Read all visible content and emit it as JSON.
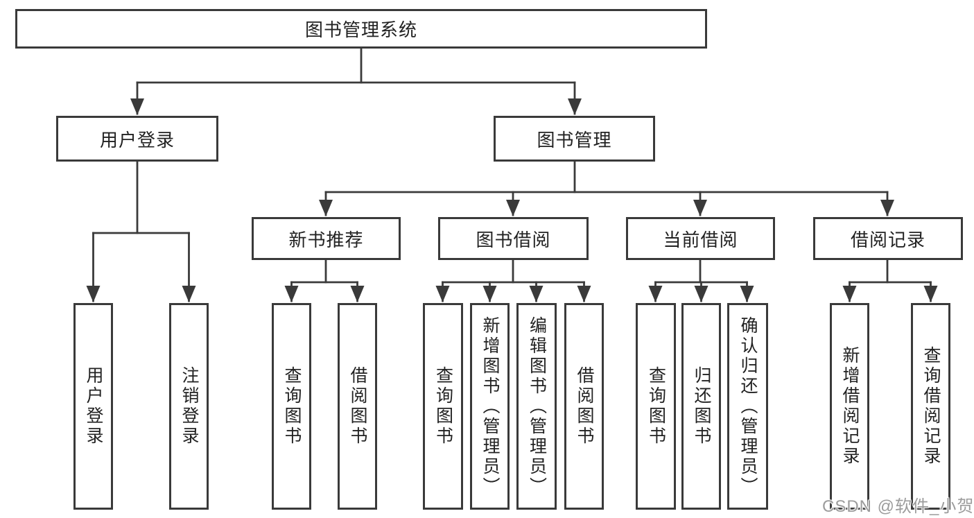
{
  "page": {
    "watermark": "CSDN @软件_小贺同学"
  },
  "colors": {
    "background": "#ffffff",
    "line": "#3a3a3a",
    "text": "#222222",
    "watermark_text": "#9c9c9c"
  },
  "tree": {
    "root": {
      "label": "图书管理系统"
    },
    "branches": [
      {
        "label": "用户登录",
        "leaves": [
          "用户登录",
          "注销登录"
        ]
      },
      {
        "label": "图书管理",
        "children": [
          {
            "label": "新书推荐",
            "leaves": [
              "查询图书",
              "借阅图书"
            ]
          },
          {
            "label": "图书借阅",
            "leaves": [
              "查询图书",
              "新增图书（管理员）",
              "编辑图书（管理员）",
              "借阅图书"
            ]
          },
          {
            "label": "当前借阅",
            "leaves": [
              "查询图书",
              "归还图书",
              "确认归还（管理员）"
            ]
          },
          {
            "label": "借阅记录",
            "leaves": [
              "新增借阅记录",
              "查询借阅记录"
            ]
          }
        ]
      }
    ]
  }
}
